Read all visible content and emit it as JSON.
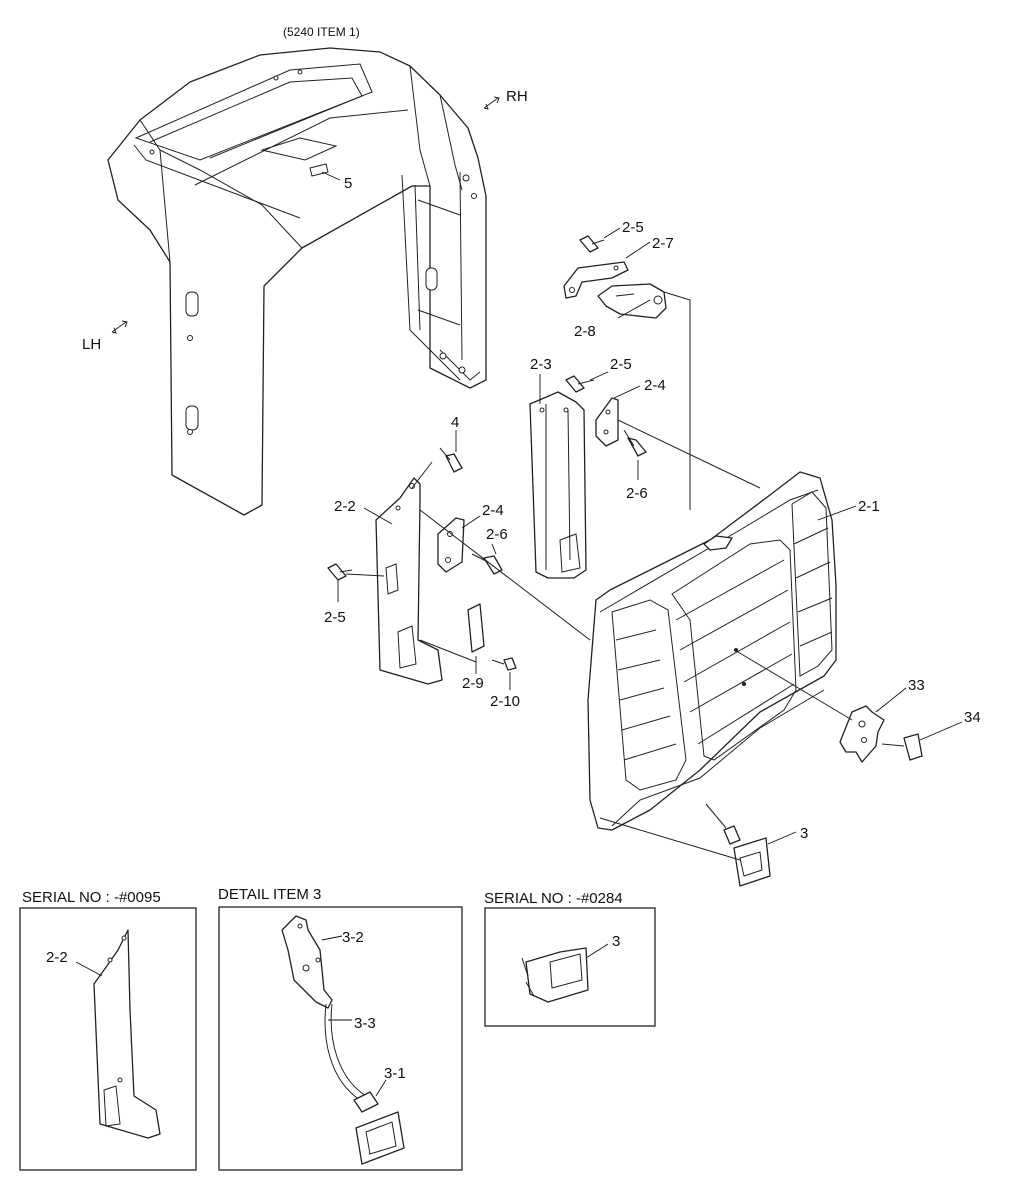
{
  "diagram": {
    "top_ref": "(5240 ITEM 1)",
    "dir_rh": "RH",
    "dir_lh": "LH",
    "callouts": {
      "c5": "5",
      "c2_5a": "2-5",
      "c2_7": "2-7",
      "c2_8": "2-8",
      "c2_3": "2-3",
      "c2_5b": "2-5",
      "c2_4a": "2-4",
      "c2_6a": "2-6",
      "c4": "4",
      "c2_2": "2-2",
      "c2_4b": "2-4",
      "c2_6b": "2-6",
      "c2_5c": "2-5",
      "c2_1": "2-1",
      "c2_9": "2-9",
      "c2_10": "2-10",
      "c33": "33",
      "c34": "34",
      "c3": "3"
    },
    "panels": {
      "serial_a": {
        "title": "SERIAL NO : -#0095",
        "label": "2-2"
      },
      "detail_3": {
        "title": "DETAIL ITEM 3",
        "labels": [
          "3-2",
          "3-3",
          "3-1"
        ]
      },
      "serial_b": {
        "title": "SERIAL NO : -#0284",
        "label": "3"
      }
    }
  }
}
